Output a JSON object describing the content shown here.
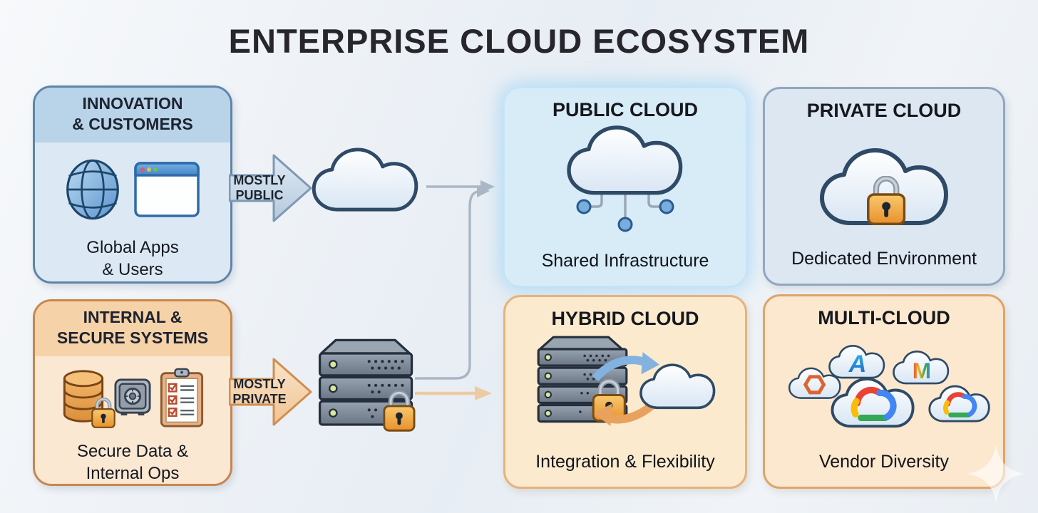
{
  "title": "ENTERPRISE CLOUD ECOSYSTEM",
  "sources": [
    {
      "header": "INNOVATION\n& CUSTOMERS",
      "caption": "Global Apps\n& Users",
      "icons": [
        "globe-icon",
        "browser-window-icon"
      ]
    },
    {
      "header": "INTERNAL &\nSECURE SYSTEMS",
      "caption": "Secure Data &\nInternal Ops",
      "icons": [
        "database-lock-icon",
        "safe-icon",
        "checklist-icon"
      ]
    }
  ],
  "flows": [
    {
      "label": "MOSTLY\nPUBLIC",
      "via_icon": "cloud-icon"
    },
    {
      "label": "MOSTLY\nPRIVATE",
      "via_icon": "server-stack-lock-icon"
    }
  ],
  "cloud_types": [
    {
      "name": "PUBLIC CLOUD",
      "caption": "Shared Infrastructure",
      "icon": "public-cloud-network-icon"
    },
    {
      "name": "PRIVATE CLOUD",
      "caption": "Dedicated Environment",
      "icon": "private-cloud-lock-icon"
    },
    {
      "name": "HYBRID CLOUD",
      "caption": "Integration & Flexibility",
      "icon": "hybrid-server-cloud-sync-icon"
    },
    {
      "name": "MULTI-CLOUD",
      "caption": "Vendor Diversity",
      "icon": "multi-vendor-clouds-icon"
    }
  ],
  "watermark": {
    "icon": "sparkle-icon"
  },
  "colors": {
    "background": "#eef2f7",
    "title_text": "#26262c",
    "blue_header": "#b9d3e9",
    "blue_body": "#dce9f5",
    "blue_border": "#5d85aa",
    "orange_header": "#f6d2a8",
    "orange_body": "#fbe8d3",
    "orange_border": "#c9854d",
    "public_bg": "#d8ecf8",
    "private_bg": "#dde7f2",
    "private_border": "#92a7bf",
    "hybrid_bg": "#fceacf",
    "hybrid_border": "#e7b27d",
    "multi_bg": "#fce8cf",
    "multi_border": "#dda46b",
    "connector_gray": "#aab7c5",
    "connector_orange": "#edcba2",
    "lock_orange": "#f2a93f",
    "led_green": "#d8e896",
    "azure_blue": "#1f97e0",
    "vendor_hex_orange": "#df6330",
    "google_red": "#ea4335",
    "google_yellow": "#fbbc05",
    "google_green": "#34a853",
    "google_blue": "#4285f4"
  }
}
